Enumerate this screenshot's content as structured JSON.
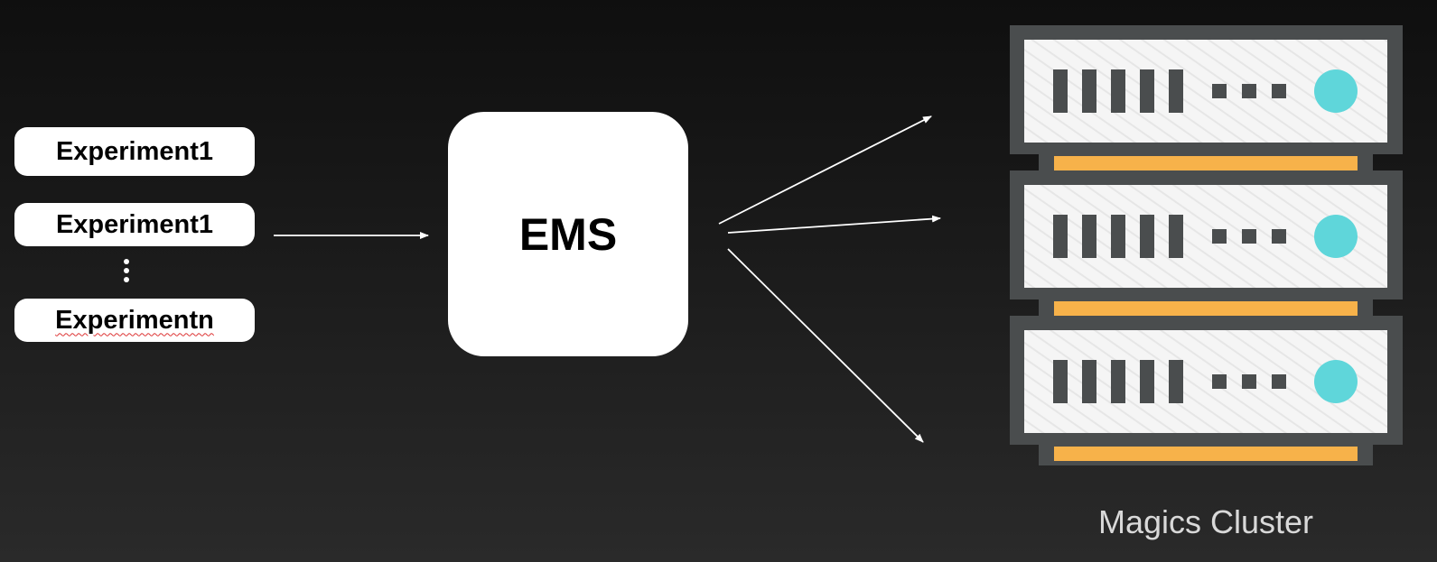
{
  "experiments": [
    {
      "label": "Experiment1"
    },
    {
      "label": "Experiment1"
    },
    {
      "label": "Experimentn"
    }
  ],
  "center_node": {
    "label": "EMS"
  },
  "cluster": {
    "label": "Magics Cluster",
    "server_units": 3,
    "colors": {
      "frame": "#4a4d4e",
      "panel": "#f5f5f5",
      "stripe": "#e6e6e6",
      "slot": "#4a4d4e",
      "led": "#5fd6da",
      "accent_bar": "#f7b24a"
    }
  },
  "icons": [
    "server-rack-icon",
    "vertical-ellipsis-icon",
    "arrow-icon"
  ]
}
